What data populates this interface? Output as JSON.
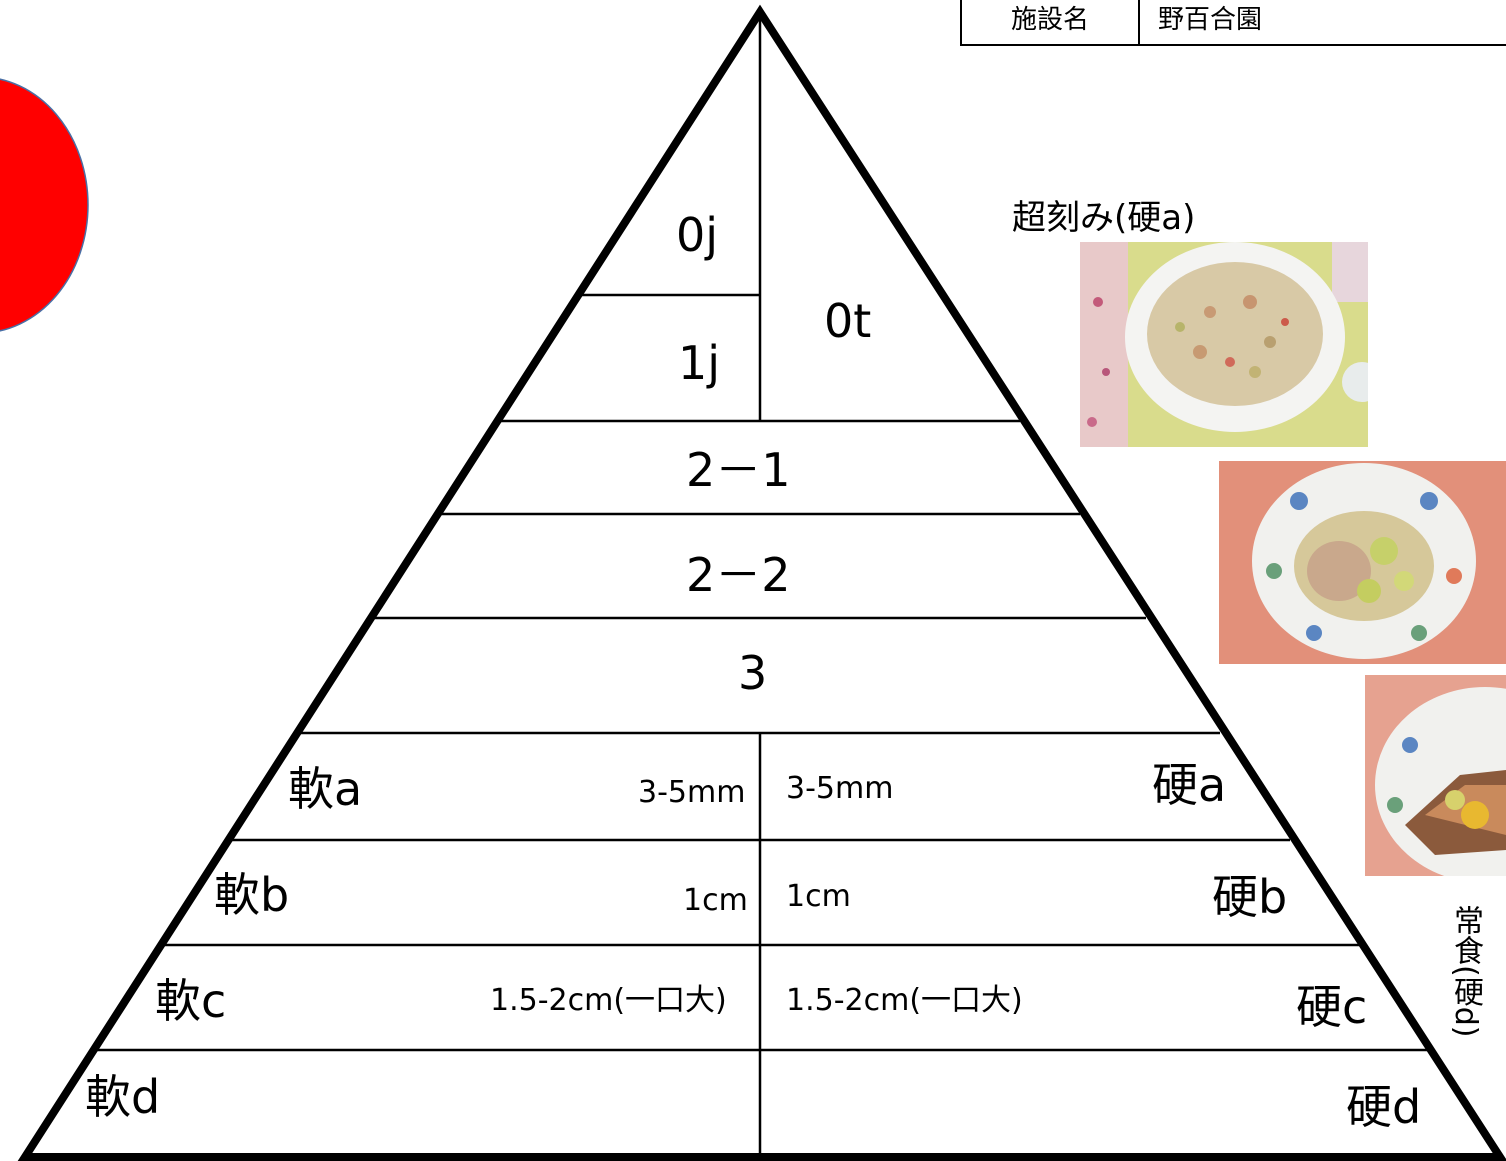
{
  "facility": {
    "label": "施設名",
    "value": "野百合園"
  },
  "pyramid": {
    "top_left_upper": "0j",
    "top_left_lower": "1j",
    "top_right": "0t",
    "level_2_1": "2－1",
    "level_2_2": "2－2",
    "level_3": "3",
    "rows": [
      {
        "soft": "軟a",
        "soft_size": "3-5mm",
        "hard_size": "3-5mm",
        "hard": "硬a"
      },
      {
        "soft": "軟b",
        "soft_size": "1cm",
        "hard_size": "1cm",
        "hard": "硬b"
      },
      {
        "soft": "軟c",
        "soft_size": "1.5-2cm(一口大)",
        "hard_size": "1.5-2cm(一口大)",
        "hard": "硬c"
      },
      {
        "soft": "軟d",
        "hard": "硬d"
      }
    ]
  },
  "photos": {
    "caption_top": "超刻み(硬a)",
    "caption_side": "常食(硬d)"
  },
  "colors": {
    "red_circle": "#ff0000",
    "line": "#000000"
  }
}
